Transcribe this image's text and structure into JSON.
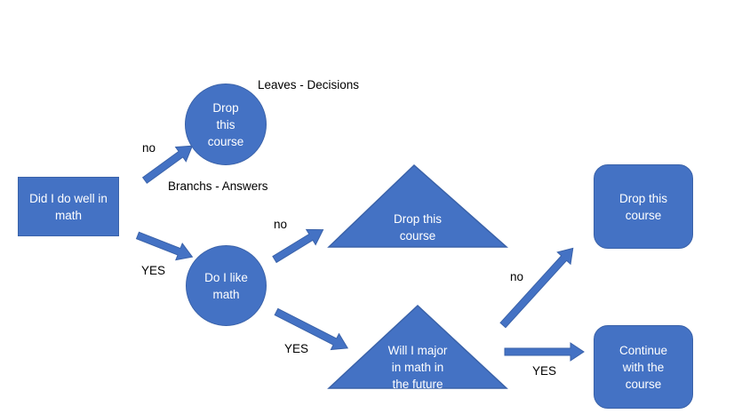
{
  "nodes": {
    "start": "Did I do well in\nmath",
    "drop1": "Drop\nthis\ncourse",
    "like_math": "Do I like\nmath",
    "drop2": "Drop this\ncourse",
    "major": "Will I major\nin math in\nthe future",
    "drop3": "Drop this\ncourse",
    "continue": "Continue\nwith the\ncourse"
  },
  "labels": {
    "leaves": "Leaves - Decisions",
    "branches": "Branchs - Answers",
    "no_1": "no",
    "yes_1": "YES",
    "no_2": "no",
    "yes_2": "YES",
    "no_3": "no",
    "yes_3": "YES"
  },
  "colors": {
    "shape_fill": "#4472c4",
    "shape_border": "#3a62a9",
    "text_on_shape": "#ffffff"
  }
}
